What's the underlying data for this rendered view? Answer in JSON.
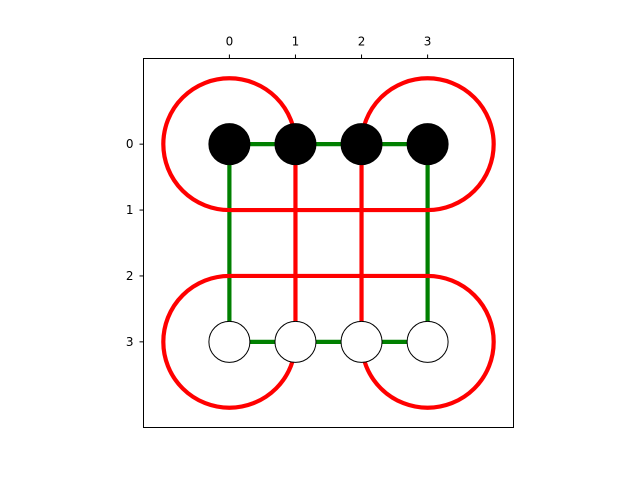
{
  "chart_data": {
    "type": "diagram",
    "x_ticks": [
      "0",
      "1",
      "2",
      "3"
    ],
    "y_ticks": [
      "0",
      "1",
      "2",
      "3"
    ],
    "x_axis_position": "top",
    "xlim": [
      -1.3,
      4.3
    ],
    "ylim": [
      -1.3,
      4.3
    ],
    "y_inverted": true,
    "grid": false,
    "colors": {
      "green": "#008000",
      "red": "#ff0000",
      "filled_node": "#000000",
      "empty_node": "#ffffff",
      "node_outline": "#000000",
      "frame": "#000000"
    },
    "nodes": [
      {
        "x": 0,
        "y": 0,
        "filled": true
      },
      {
        "x": 1,
        "y": 0,
        "filled": true
      },
      {
        "x": 2,
        "y": 0,
        "filled": true
      },
      {
        "x": 3,
        "y": 0,
        "filled": true
      },
      {
        "x": 0,
        "y": 3,
        "filled": false
      },
      {
        "x": 1,
        "y": 3,
        "filled": false
      },
      {
        "x": 2,
        "y": 3,
        "filled": false
      },
      {
        "x": 3,
        "y": 3,
        "filled": false
      }
    ],
    "green_edges": [
      [
        [
          0,
          0
        ],
        [
          3,
          0
        ]
      ],
      [
        [
          0,
          3
        ],
        [
          3,
          3
        ]
      ],
      [
        [
          0,
          0
        ],
        [
          0,
          3
        ]
      ],
      [
        [
          3,
          0
        ],
        [
          3,
          3
        ]
      ]
    ],
    "red_segments": [
      [
        [
          0,
          1
        ],
        [
          3,
          1
        ]
      ],
      [
        [
          0,
          2
        ],
        [
          3,
          2
        ]
      ],
      [
        [
          1,
          0
        ],
        [
          1,
          3
        ]
      ],
      [
        [
          2,
          0
        ],
        [
          2,
          3
        ]
      ]
    ],
    "red_loops": [
      {
        "center": [
          0,
          0
        ],
        "radius": 1,
        "open_toward": "bottom-right"
      },
      {
        "center": [
          3,
          0
        ],
        "radius": 1,
        "open_toward": "bottom-left"
      },
      {
        "center": [
          0,
          3
        ],
        "radius": 1,
        "open_toward": "top-right"
      },
      {
        "center": [
          3,
          3
        ],
        "radius": 1,
        "open_toward": "top-left"
      }
    ]
  }
}
